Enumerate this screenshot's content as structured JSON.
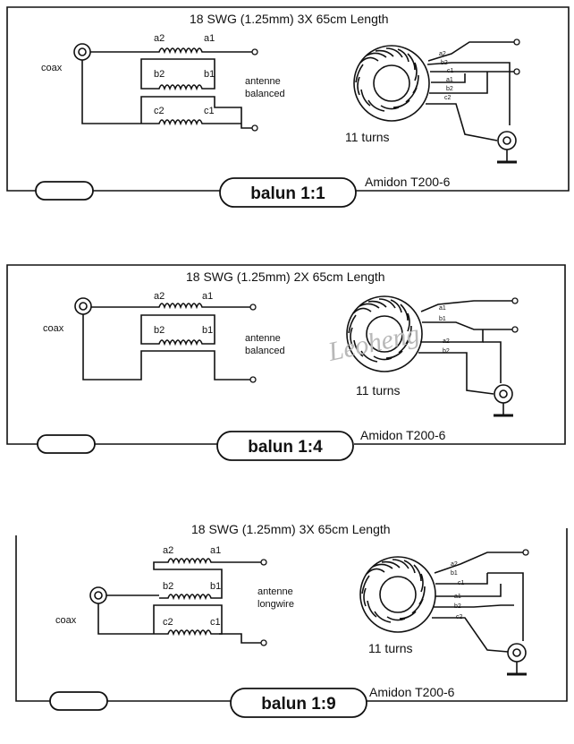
{
  "watermark": "Leoheng",
  "panels": [
    {
      "id": "balun-1-1",
      "title": "18 SWG (1.25mm)  3X 65cm Length",
      "coax_label": "coax",
      "antenna_label_line1": "antenne",
      "antenna_label_line2": "balanced",
      "turns_label": "11 turns",
      "core_label": "Amidon T200-6",
      "badge": "balun 1:1",
      "windings": [
        {
          "left": "a2",
          "right": "a1"
        },
        {
          "left": "b2",
          "right": "b1"
        },
        {
          "left": "c2",
          "right": "c1"
        }
      ],
      "toroid_taps": [
        "a2",
        "b2",
        "c1",
        "a1",
        "b2",
        "c2"
      ]
    },
    {
      "id": "balun-1-4",
      "title": "18 SWG (1.25mm)  2X 65cm Length",
      "coax_label": "coax",
      "antenna_label_line1": "antenne",
      "antenna_label_line2": "balanced",
      "turns_label": "11 turns",
      "core_label": "Amidon T200-6",
      "badge": "balun 1:4",
      "windings": [
        {
          "left": "a2",
          "right": "a1"
        },
        {
          "left": "b2",
          "right": "b1"
        }
      ],
      "toroid_taps": [
        "a1",
        "b1",
        "a2",
        "b2"
      ]
    },
    {
      "id": "balun-1-9",
      "title": "18 SWG (1.25mm)  3X 65cm Length",
      "coax_label": "coax",
      "antenna_label_line1": "antenne",
      "antenna_label_line2": "longwire",
      "turns_label": "11 turns",
      "core_label": "Amidon T200-6",
      "badge": "balun 1:9",
      "windings": [
        {
          "left": "a2",
          "right": "a1"
        },
        {
          "left": "b2",
          "right": "b1"
        },
        {
          "left": "c2",
          "right": "c1"
        }
      ],
      "toroid_taps": [
        "a2",
        "b1",
        "c1",
        "a1",
        "b2",
        "c2"
      ]
    }
  ]
}
